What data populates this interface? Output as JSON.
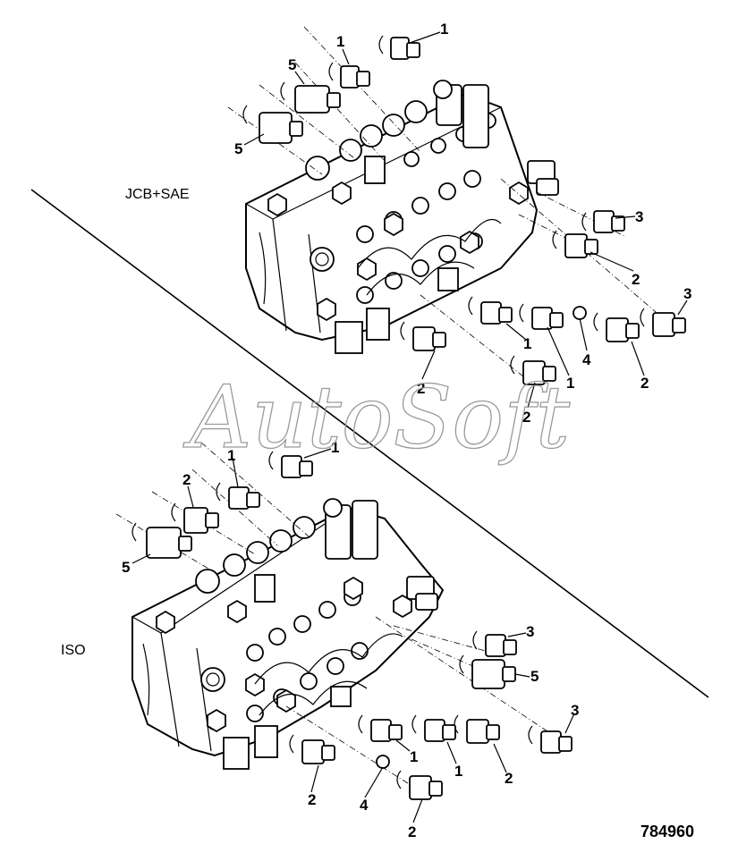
{
  "diagram": {
    "caption_top": "JCB+SAE",
    "caption_bottom": "ISO",
    "watermark": "AutoSoft",
    "reference_number": "784960",
    "callouts_top": [
      "1",
      "1",
      "5",
      "5",
      "3",
      "2",
      "3",
      "1",
      "1",
      "4",
      "2",
      "2",
      "2"
    ],
    "callouts_bottom": [
      "1",
      "1",
      "2",
      "5",
      "3",
      "5",
      "3",
      "1",
      "1",
      "2",
      "2",
      "4",
      "2"
    ]
  }
}
